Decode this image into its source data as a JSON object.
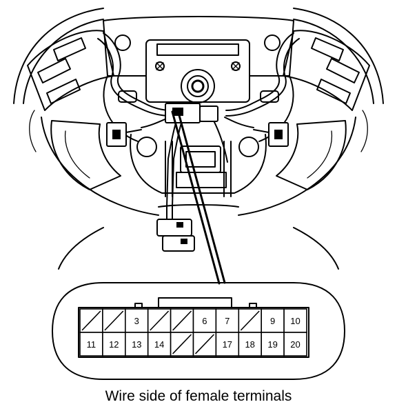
{
  "caption": "Wire side of female terminals",
  "connector": {
    "rows": [
      [
        {
          "label": "",
          "unused": true
        },
        {
          "label": "",
          "unused": true
        },
        {
          "label": "3",
          "unused": false
        },
        {
          "label": "",
          "unused": true
        },
        {
          "label": "",
          "unused": true
        },
        {
          "label": "6",
          "unused": false
        },
        {
          "label": "7",
          "unused": false
        },
        {
          "label": "",
          "unused": true
        },
        {
          "label": "9",
          "unused": false
        },
        {
          "label": "10",
          "unused": false
        }
      ],
      [
        {
          "label": "11",
          "unused": false
        },
        {
          "label": "12",
          "unused": false
        },
        {
          "label": "13",
          "unused": false
        },
        {
          "label": "14",
          "unused": false
        },
        {
          "label": "",
          "unused": true
        },
        {
          "label": "",
          "unused": true
        },
        {
          "label": "17",
          "unused": false
        },
        {
          "label": "18",
          "unused": false
        },
        {
          "label": "19",
          "unused": false
        },
        {
          "label": "20",
          "unused": false
        }
      ]
    ]
  }
}
